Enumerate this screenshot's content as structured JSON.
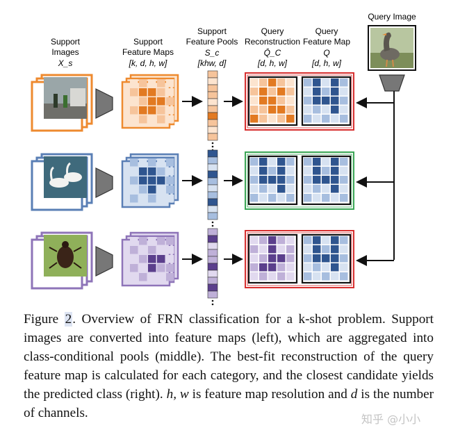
{
  "figure": {
    "header_query_image": "Query Image",
    "columns": [
      {
        "id": "support-images",
        "line1": "Support",
        "line2": "Images",
        "line3": "X_s"
      },
      {
        "id": "support-feature-maps",
        "line1": "Support",
        "line2": "Feature Maps",
        "line3": "[k, d, h, w]"
      },
      {
        "id": "support-feature-pools",
        "line1": "Support",
        "line2": "Feature Pools",
        "line3": "S_c",
        "line4": "[khw, d]"
      },
      {
        "id": "query-reconstruction",
        "line1": "Query",
        "line2": "Reconstruction",
        "line3": "Q̄_C",
        "line4": "[d, h, w]"
      },
      {
        "id": "query-feature-map",
        "line1": "Query",
        "line2": "Feature Map",
        "line3": "Q",
        "line4": "[d, h, w]"
      }
    ],
    "rows": [
      {
        "name": "pedestrians",
        "frame_color": "#ee8a2f",
        "fill": "#f6c49b",
        "dark": "#e27a22",
        "light": "#fce4cf",
        "result_border": "#d72f2f"
      },
      {
        "name": "geese",
        "frame_color": "#5a7fb5",
        "fill": "#a7bedf",
        "dark": "#2f558f",
        "light": "#d7e2f1",
        "result_border": "#3aa655"
      },
      {
        "name": "beetle",
        "frame_color": "#8e74b8",
        "fill": "#bfb0d8",
        "dark": "#5b3f8c",
        "light": "#e1d9ef",
        "result_border": "#d72f2f"
      }
    ],
    "colors": {
      "arrow": "#111111",
      "funnel": "#777777",
      "query_dark": "#2f558f"
    }
  },
  "caption": {
    "label": "Figure",
    "number": "2",
    "text": ". Overview of FRN classification for a k-shot problem. Support images are converted into feature maps (left), which are aggregated into class-conditional pools (middle). The best-fit reconstruction of the query feature map is calculated for each category, and the closest candidate yields the predicted class (right).",
    "math_1": "h, w",
    "text_2": " is feature map resolution and ",
    "math_2": "d",
    "text_3": " is the number of channels."
  },
  "watermark": "知乎 @小小"
}
